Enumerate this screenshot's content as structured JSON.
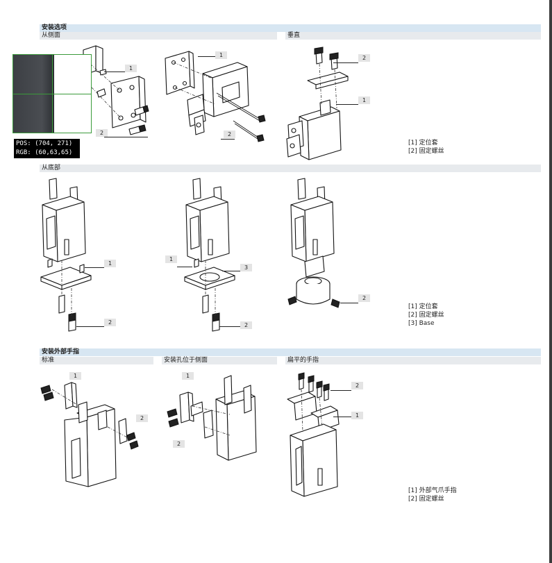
{
  "sections": {
    "mounting": {
      "title": "安装选项",
      "side": "从侧面",
      "vertical": "垂直",
      "bottom": "从底部"
    },
    "fingers": {
      "title": "安装外部手指",
      "standard": "标准",
      "side_holes": "安装孔位于侧面",
      "flat": "扁平的手指"
    }
  },
  "legends": {
    "mounting_top": [
      "[1] 定位套",
      "[2] 固定螺丝"
    ],
    "mounting_bottom": [
      "[1] 定位套",
      "[2] 固定螺丝",
      "[3] Base"
    ],
    "fingers": [
      "[1] 外部气爪手指",
      "[2] 固定螺丝"
    ]
  },
  "callouts": {
    "n1": "1",
    "n2": "2",
    "n3": "3"
  },
  "probe": {
    "pos_label": "POS:",
    "pos_value": "(704, 271)",
    "rgb_label": "RGB:",
    "rgb_value": "(60,63,65)"
  }
}
